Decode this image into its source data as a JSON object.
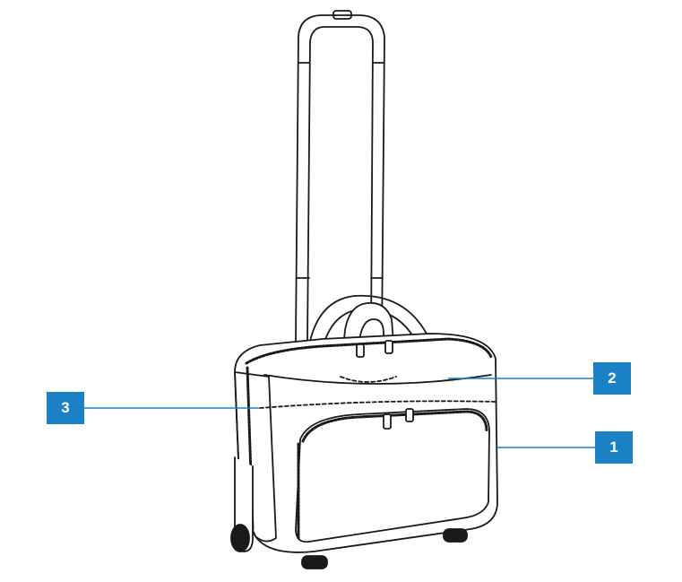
{
  "callouts": [
    {
      "label": "1"
    },
    {
      "label": "2"
    },
    {
      "label": "3"
    }
  ],
  "colors": {
    "callout_fill": "#1a82c4",
    "leader_line": "#1a82c4",
    "outline": "#1a1a1a",
    "background": "#ffffff"
  },
  "icons": {
    "product": "rolling-laptop-bag-icon"
  }
}
